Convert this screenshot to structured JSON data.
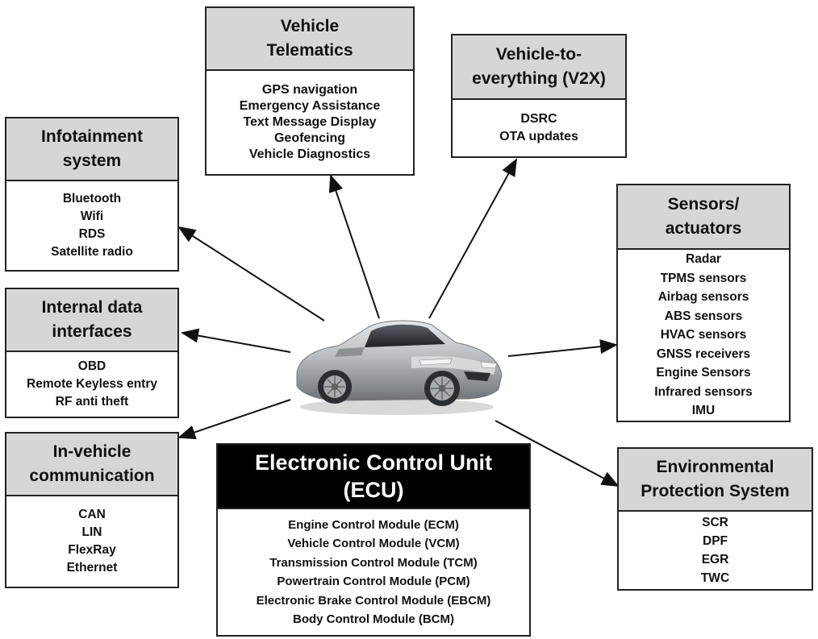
{
  "nodes": {
    "telematics": {
      "title": "Vehicle\nTelematics",
      "items": [
        "GPS navigation",
        "Emergency Assistance",
        "Text Message Display",
        "Geofencing",
        "Vehicle Diagnostics"
      ]
    },
    "v2x": {
      "title": "Vehicle-to-\neverything (V2X)",
      "items": [
        "DSRC",
        "OTA updates"
      ]
    },
    "infotainment": {
      "title": "Infotainment\nsystem",
      "items": [
        "Bluetooth",
        "Wifi",
        "RDS",
        "Satellite radio"
      ]
    },
    "internal": {
      "title": "Internal data\ninterfaces",
      "items": [
        "OBD",
        "Remote Keyless entry",
        "RF anti theft"
      ]
    },
    "invehicle": {
      "title": "In-vehicle\ncommunication",
      "items": [
        "CAN",
        "LIN",
        "FlexRay",
        "Ethernet"
      ]
    },
    "sensors": {
      "title": "Sensors/\nactuators",
      "items": [
        "Radar",
        "TPMS sensors",
        "Airbag sensors",
        "ABS sensors",
        "HVAC sensors",
        "GNSS receivers",
        "Engine Sensors",
        "Infrared sensors",
        "IMU"
      ]
    },
    "environmental": {
      "title": "Environmental\nProtection System",
      "items": [
        "SCR",
        "DPF",
        "EGR",
        "TWC"
      ]
    },
    "ecu": {
      "title": "Electronic Control Unit\n(ECU)",
      "items": [
        "Engine Control Module (ECM)",
        "Vehicle Control Module (VCM)",
        "Transmission Control Module (TCM)",
        "Powertrain Control Module (PCM)",
        "Electronic Brake Control Module (EBCM)",
        "Body Control Module (BCM)"
      ]
    }
  },
  "colors": {
    "header_fill": "#d6d6d6",
    "ecu_header_fill": "#000000",
    "car_body": "#b9bdc2"
  },
  "icons": {
    "center": "sports-car-icon"
  }
}
